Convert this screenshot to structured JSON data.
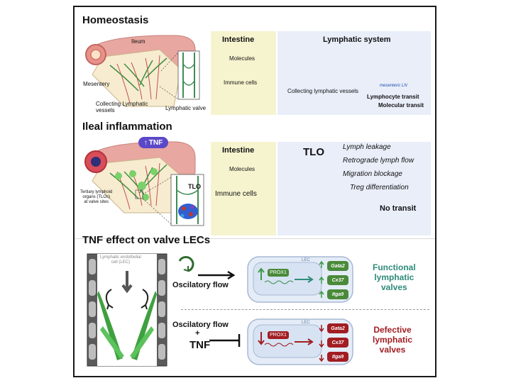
{
  "homeostasis": {
    "title": "Homeostasis",
    "ileum": "Ileum",
    "mesentery": "Mesentery",
    "collecting_vessels": "Collecting Lymphatic\nvessels",
    "lymphatic_valve": "Lymphatic valve",
    "intestine": "Intestine",
    "molecules": "Molecules",
    "immune_cells": "Immune cells",
    "lymphatic_system": "Lymphatic system",
    "mesenteric_ln": "mesenteric LN",
    "collecting_lymphatic_vessels": "Collecting lymphatic vessels",
    "lymphocyte_transit": "Lymphocyte transit",
    "molecular_transit": "Molecular transit"
  },
  "inflammation": {
    "title": "Ileal inflammation",
    "tnf_badge": "TNF",
    "tlo_note": "Tertiary lymphoid\norgans (TLOs)\nat valve sites",
    "tlo_inset": "TLO",
    "intestine": "Intestine",
    "molecules": "Molecules",
    "immune_cells": "Immune cells",
    "tlo_big": "TLO",
    "effects": [
      "Lymph leakage",
      "Retrograde lymph flow",
      "Migration blockage",
      "Treg differentiation"
    ],
    "no_transit": "No transit"
  },
  "tnf_effect": {
    "title": "TNF effect on valve LECs",
    "lec_cell": "Lymphatic endothelial\ncell (LEC)",
    "oscillatory_flow": "Oscilatory flow",
    "plus": "+",
    "tnf": "TNF",
    "lec": "LEC",
    "prox1": "PROX1",
    "genes": [
      "Gata2",
      "Cx37",
      "Itga9"
    ],
    "functional": "Functional\nlymphatic\nvalves",
    "defective": "Defective\nlymphatic\nvalves",
    "colors": {
      "functional": "#2e8b7a",
      "defective": "#a11d22",
      "tnf_badge": "#5b48c8"
    }
  }
}
